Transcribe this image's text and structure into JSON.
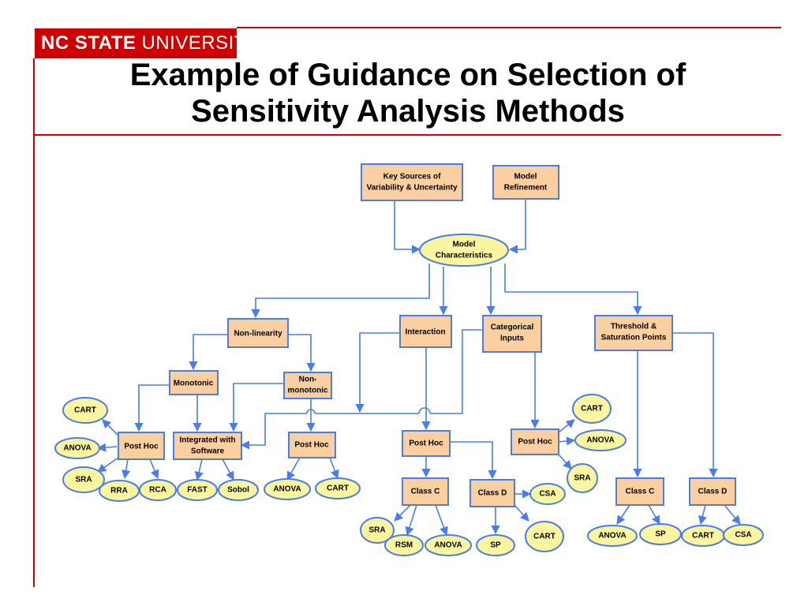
{
  "header": {
    "logo_bold": "NC STATE",
    "logo_regular": "UNIVERSITY",
    "title_line1": "Example of Guidance on Selection of",
    "title_line2": "Sensitivity Analysis Methods"
  },
  "colors": {
    "brand_red": "#cc0000",
    "box_fill": "#fbcf9f",
    "oval_fill": "#fbf5a0",
    "connector_blue": "#4a7de8"
  },
  "diagram": {
    "key_sources": [
      "Key Sources of",
      "Variability & Uncertainty"
    ],
    "model_refinement": [
      "Model",
      "Refinement"
    ],
    "model_characteristics": [
      "Model",
      "Characteristics"
    ],
    "non_linearity": "Non-linearity",
    "interaction": "Interaction",
    "categorical_inputs": [
      "Categorical",
      "Inputs"
    ],
    "threshold": [
      "Threshold &",
      "Saturation Points"
    ],
    "monotonic": "Monotonic",
    "non_monotonic": [
      "Non-",
      "monotonic"
    ],
    "post_hoc": "Post Hoc",
    "integrated": [
      "Integrated with",
      "Software"
    ],
    "class_c": "Class C",
    "class_d": "Class D",
    "methods": {
      "cart": "CART",
      "anova": "ANOVA",
      "sra": "SRA",
      "rra": "RRA",
      "rca": "RCA",
      "fast": "FAST",
      "sobol": "Sobol",
      "rsm": "RSM",
      "sp": "SP",
      "csa": "CSA"
    }
  }
}
